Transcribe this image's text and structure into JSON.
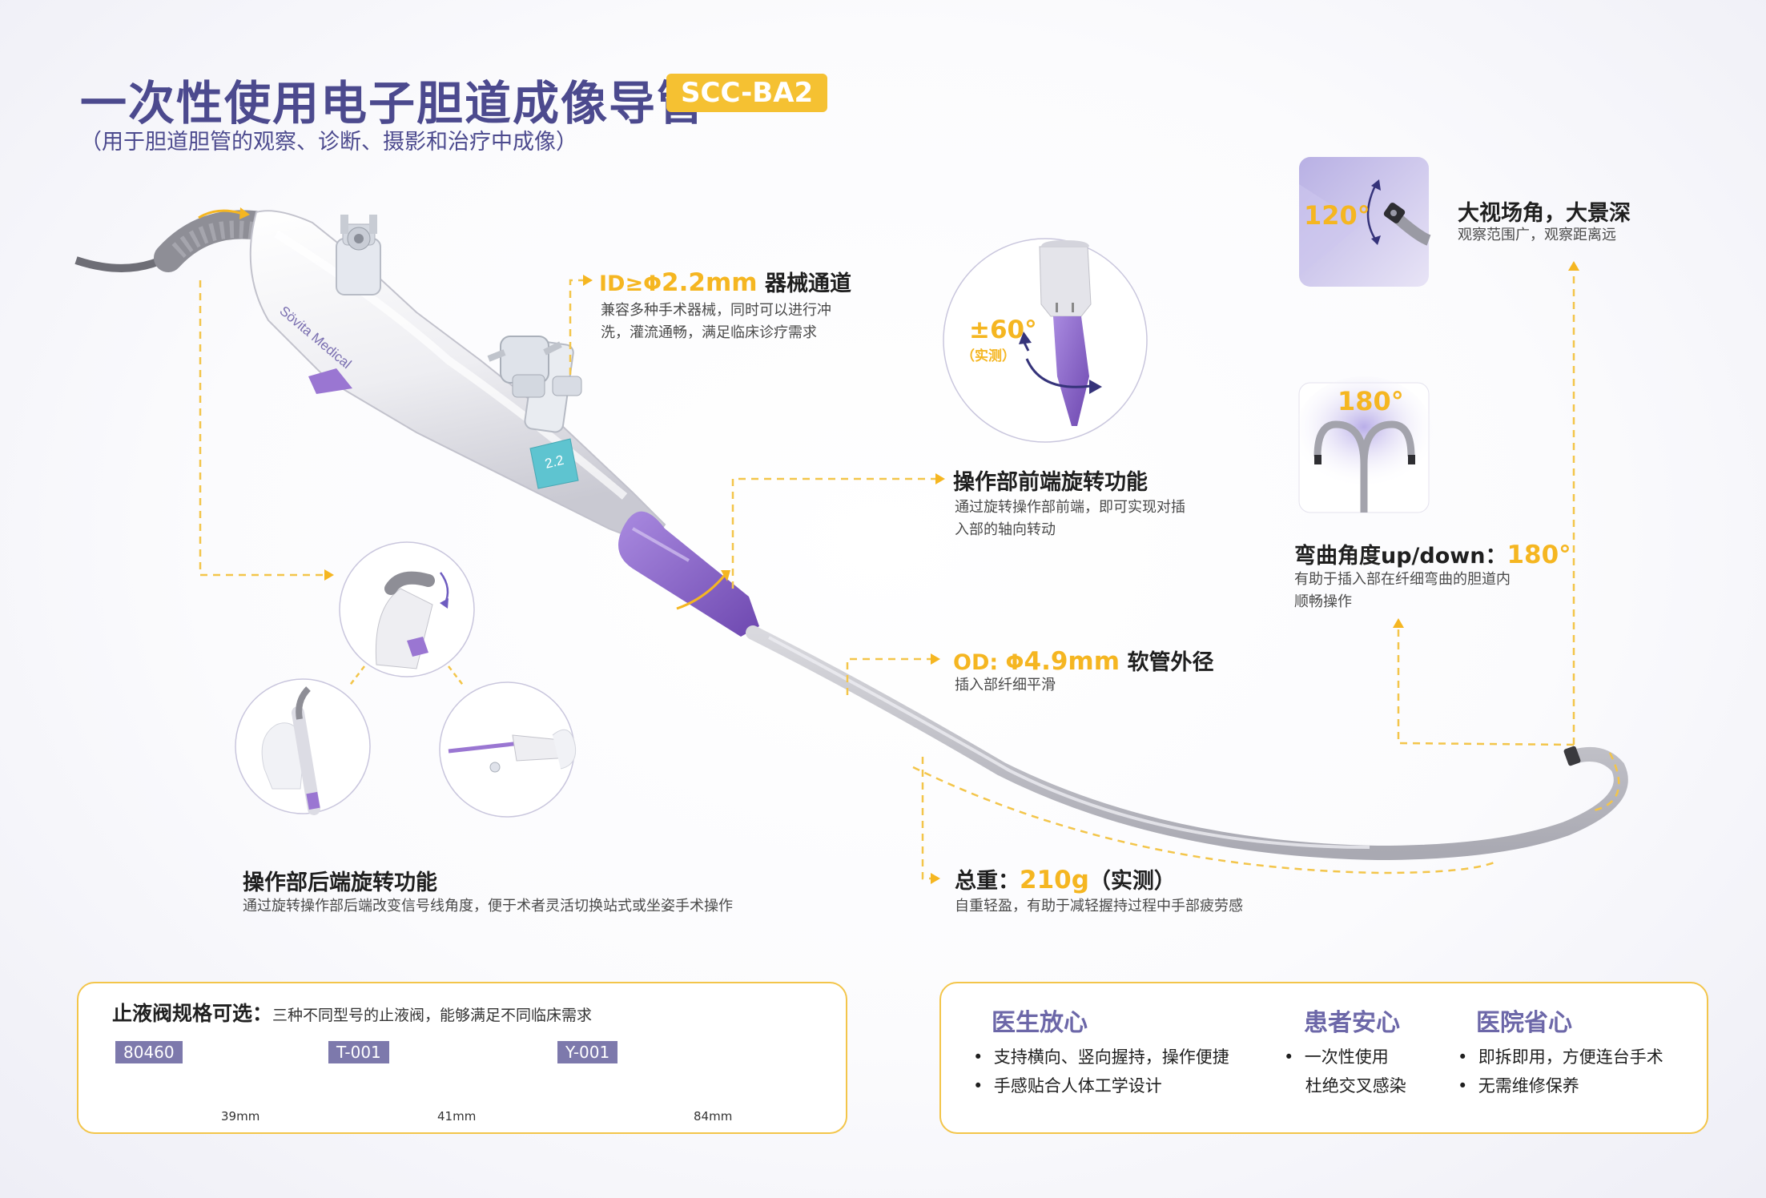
{
  "header": {
    "title": "一次性使用电子胆道成像导管",
    "model": "SCC-BA2",
    "subtitle": "（用于胆道胆管的观察、诊断、摄影和治疗中成像）"
  },
  "device": {
    "brand": "Sövita Medical",
    "channel_label": "2.2"
  },
  "features": {
    "channel": {
      "prefix": "ID≥Φ",
      "value": "2.2mm",
      "name": "器械通道",
      "desc_1": "兼容多种手术器械，同时可以进行冲",
      "desc_2": "洗，灌流通畅，满足临床诊疗需求"
    },
    "front_rotation": {
      "angle": "±60°",
      "angle_note": "（实测）",
      "name": "操作部前端旋转功能",
      "desc_1": "通过旋转操作部前端，即可实现对插",
      "desc_2": "入部的轴向转动"
    },
    "od": {
      "prefix": "OD: Φ",
      "value": "4.9mm",
      "name": "软管外径",
      "desc": "插入部纤细平滑"
    },
    "weight": {
      "prefix": "总重：",
      "value": "210g",
      "note": "（实测）",
      "desc": "自重轻盈，有助于减轻握持过程中手部疲劳感"
    },
    "rear_rotation": {
      "name": "操作部后端旋转功能",
      "desc": "通过旋转操作部后端改变信号线角度，便于术者灵活切换站式或坐姿手术操作"
    },
    "view": {
      "angle": "120°",
      "name": "大视场角，大景深",
      "desc": "观察范围广，观察距离远"
    },
    "bending": {
      "angle_top": "180°",
      "prefix": "弯曲角度up/down：",
      "value": "180°",
      "desc_1": "有助于插入部在纤细弯曲的胆道内",
      "desc_2": "顺畅操作"
    }
  },
  "valves": {
    "title": "止液阀规格可选：",
    "desc": "三种不同型号的止液阀，能够满足不同临床需求",
    "items": [
      {
        "code": "80460",
        "size": "39mm"
      },
      {
        "code": "T-001",
        "size": "41mm"
      },
      {
        "code": "Y-001",
        "size": "84mm"
      }
    ]
  },
  "benefits": [
    {
      "title": "医生放心",
      "lines": [
        "支持横向、竖向握持，操作便捷",
        "手感贴合人体工学设计"
      ],
      "bullets": [
        true,
        true
      ]
    },
    {
      "title": "患者安心",
      "lines": [
        "一次性使用",
        "杜绝交叉感染"
      ],
      "bullets": [
        true,
        false
      ]
    },
    {
      "title": "医院省心",
      "lines": [
        "即拆即用，方便连台手术",
        "无需维修保养"
      ],
      "bullets": [
        true,
        true
      ]
    }
  ],
  "colors": {
    "title": "#4c4a8e",
    "accent": "#f5c132",
    "purple": "#8a64c8",
    "connector_line": "#f3c54a"
  }
}
